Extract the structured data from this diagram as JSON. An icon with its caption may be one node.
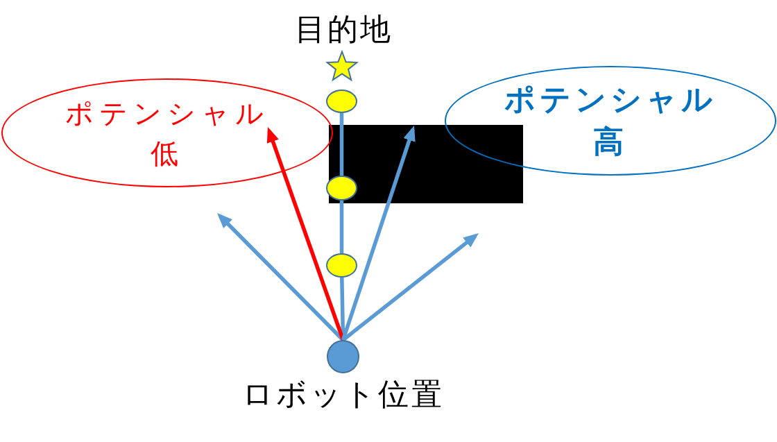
{
  "diagram": {
    "nodes": [
      {
        "text": [
          "目的地"
        ]
      },
      {
        "text": [
          "ポテンシャル低"
        ]
      },
      {
        "text": [],
        "shape": "circle"
      },
      {
        "text": [
          "ポテンシャル高"
        ]
      },
      {
        "text": [],
        "shape": "box"
      },
      {
        "text": [],
        "shape": "circle",
        "in": 4
      },
      {
        "text": [],
        "shape": "circle"
      },
      {
        "text": [
          "ロボット位置"
        ]
      }
    ],
    "edges": [
      {
        "from": 7,
        "to": 6,
        "arrow": "none"
      },
      {
        "from": 6,
        "to": 5,
        "arrow": "none"
      },
      {
        "from": 5,
        "to": 2,
        "arrow": "none"
      },
      {
        "from": 7,
        "to": null,
        "arrow": "to"
      },
      {
        "from": 7,
        "to": 1,
        "arrow": "to",
        "color": "#ff0000"
      },
      {
        "from": 7,
        "to": 4,
        "arrow": "to"
      },
      {
        "from": 7,
        "to": null,
        "arrow": "to"
      }
    ]
  }
}
